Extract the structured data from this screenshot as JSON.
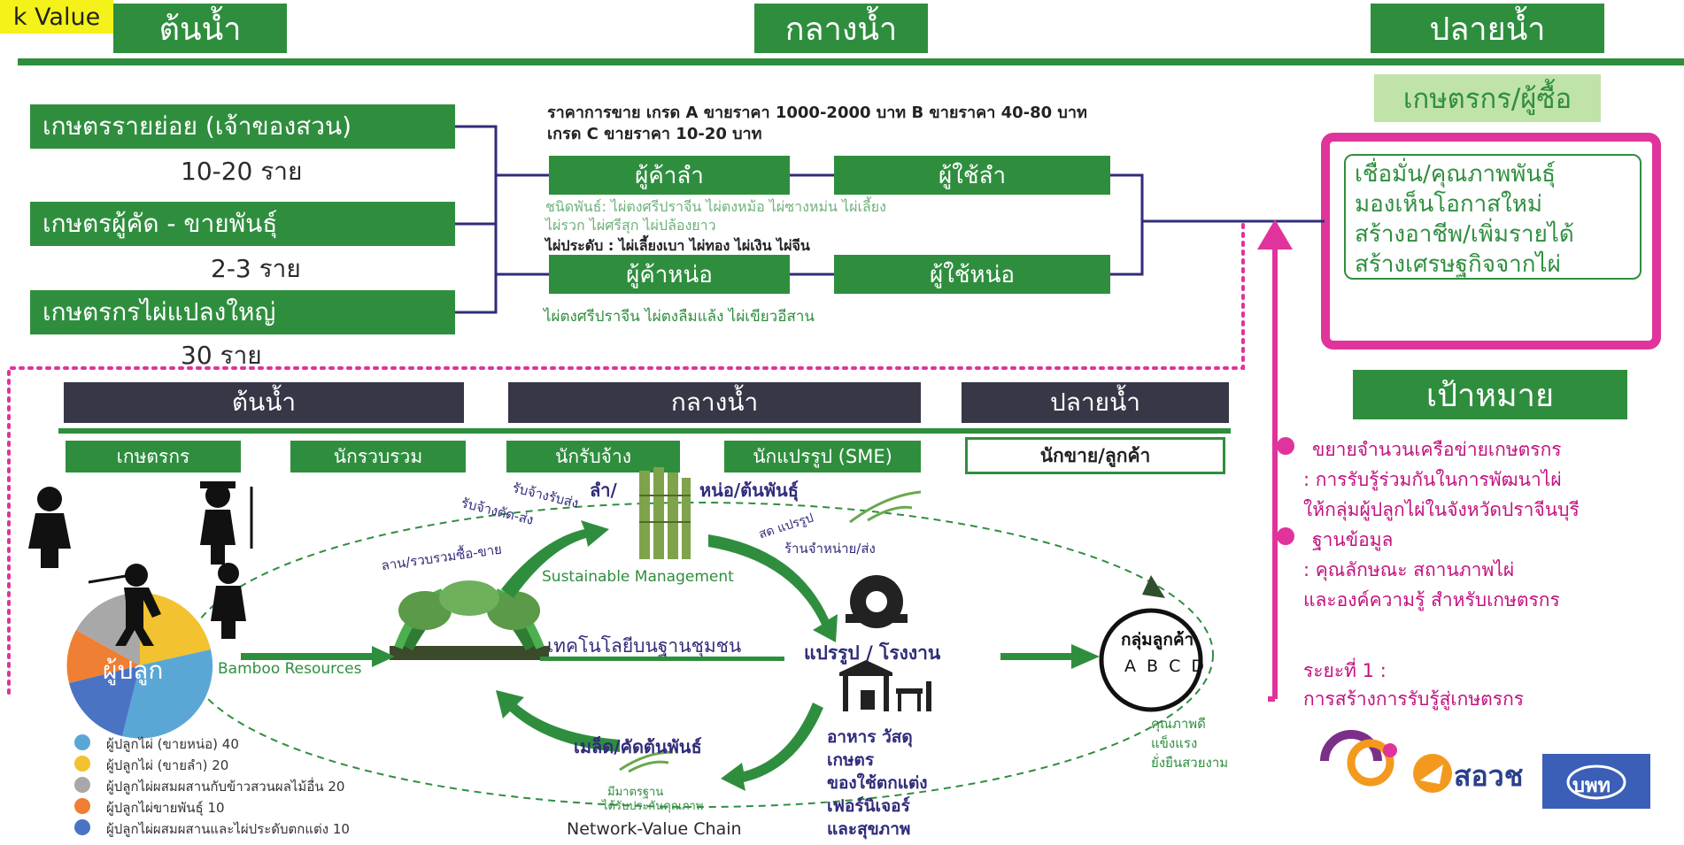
{
  "corner_tag": "k Value",
  "top_headers": {
    "upstream": "ต้นน้ำ",
    "midstream": "กลางน้ำ",
    "downstream": "ปลายน้ำ"
  },
  "farmers": [
    {
      "label": "เกษตรรายย่อย (เจ้าของสวน)",
      "count": "10-20 ราย"
    },
    {
      "label": "เกษตรผู้คัด - ขายพันธุ์",
      "count": "2-3 ราย"
    },
    {
      "label": "เกษตรกรไผ่แปลงใหญ่",
      "count": "30 ราย"
    }
  ],
  "price_note": {
    "line1": "ราคาการขาย เกรด A ขายราคา  1000-2000 บาท B ขายราคา  40-80 บาท",
    "line2": "เกรด C ขายราคา  10-20  บาท"
  },
  "middle_boxes": {
    "trader_stalk": "ผู้ค้าลำ",
    "user_stalk": "ผู้ใช้ลำ",
    "trader_shoot": "ผู้ค้าหน่อ",
    "user_shoot": "ผู้ใช้หน่อ"
  },
  "species": {
    "stalk_line1": "ชนิดพันธ์: ไผ่ตงศรีปราจีน ไผ่ตงหม้อ ไผ่ซางหม่น ไผ่เลี้ยง",
    "stalk_line2": "ไผ่รวก ไผ่ศรีสุก ไผ่ปล้องยาว",
    "ornamental": "ไผ่ประดับ : ไผ่เลี้ยงเบา ไผ่ทอง ไผ่เงิน ไผ่จีน",
    "shoot": "ไผ่ตงศรีปราจีน ไผ่ตงลืมแล้ง ไผ่เขียวอีสาน"
  },
  "buyer_header": "เกษตรกร/ผู้ซื้อ",
  "benefits": [
    "เชื่อมั่น/คุณภาพพันธุ์",
    "มองเห็นโอกาสใหม่",
    "สร้างอาชีพ/เพิ่มรายได้",
    "สร้างเศรษฐกิจจากไผ่"
  ],
  "target": {
    "header": "เป้าหมาย",
    "lines": [
      "ขยายจำนวนเครือข่ายเกษตรกร",
      ": การรับรู้ร่วมกันในการพัฒนาไผ่",
      "ให้กลุ่มผู้ปลูกไผ่ในจังหวัดปราจีนบุรี",
      "ฐานข้อมูล",
      ": คุณลักษณะ สถานภาพไผ่",
      "และองค์ความรู้ สำหรับเกษตรกร"
    ],
    "phase_line1": "ระยะที่ 1 :",
    "phase_line2": "การสร้างการรับรู้สู่เกษตรกร"
  },
  "lower_headers": {
    "upstream": "ต้นน้ำ",
    "midstream": "กลางน้ำ",
    "downstream": "ปลายน้ำ"
  },
  "roles": [
    "เกษตรกร",
    "นักรวบรวม",
    "นักรับจ้าง",
    "นักแปรรูป (SME)",
    "นักขาย/ลูกค้า"
  ],
  "cycle": {
    "grower": "ผู้ปลูก",
    "bamboo_resources": "Bamboo Resources",
    "collect": "ลาน/รวบรวมซื้อ-ขาย",
    "cut_hire": "รับจ้างตัด-ส่ง",
    "hire": "รับจ้างรับส่ง",
    "stalk": "ลำ/",
    "shoot": "หน่อ/ต้นพันธุ์",
    "fresh_processed": "สด แปรรูป",
    "shop": "ร้านจำหน่าย/ส่ง",
    "sustainable": "Sustainable Management",
    "tech": "เทคโนโลยีบนฐานชุมชน",
    "process": "แปรรูป / โรงงาน",
    "products": [
      "อาหาร วัสดุ",
      "เกษตร",
      "ของใช้ตกแต่ง",
      "เฟอร์นิเจอร์",
      "และสุขภาพ"
    ],
    "seed": "เมล็ด/คัดต้นพันธ์",
    "standard_line1": "มีมาตรฐาน",
    "standard_line2": "ได้รับประกันคุณภาพ",
    "network": "Network-Value Chain",
    "customer": "กลุ่มลูกค้า",
    "abcd": "A B C D",
    "quality": [
      "คุณภาพดี",
      "แข็งแรง",
      "ยั่งยืนสวยงาม"
    ]
  },
  "legend": [
    {
      "label": "ผู้ปลูกไผ่ (ขายหน่อ) 40",
      "color": "#5aa7d6"
    },
    {
      "label": "ผู้ปลูกไผ่ (ขายลำ) 20",
      "color": "#f2c230"
    },
    {
      "label": "ผู้ปลูกไผ่ผสมผสานกับข้าวสวนผลไม้อื่น 20",
      "color": "#a8a8a8"
    },
    {
      "label": "ผู้ปลูกไผ่ขายพันธุ์ 10",
      "color": "#ee7f33"
    },
    {
      "label": "ผู้ปลูกไผ่ผสมผสานและไผ่ประดับตกแต่ง 10",
      "color": "#4a73c4"
    }
  ],
  "logos": {
    "sawp": "สอวช",
    "pwk": "บพท"
  },
  "colors": {
    "green": "#2f8e3e",
    "magenta": "#e0339b",
    "dark": "#373747",
    "purple": "#2f2c7a"
  }
}
